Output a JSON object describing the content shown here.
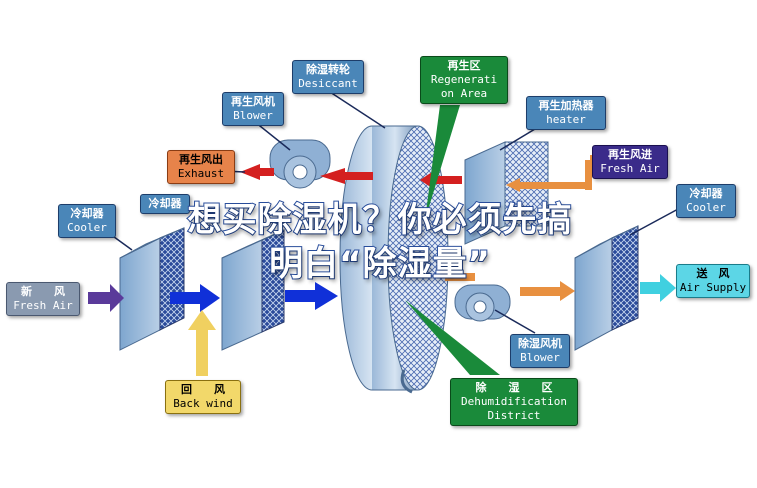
{
  "labels": {
    "desiccant": {
      "zh": "除湿转轮",
      "en": "Desiccant"
    },
    "regeneration_area": {
      "zh": "再生区",
      "en": "Regenerati on Area"
    },
    "regen_blower": {
      "zh": "再生风机",
      "en": "Blower"
    },
    "heater": {
      "zh": "再生加热器",
      "en": "heater"
    },
    "exhaust": {
      "zh": "再生风出",
      "en": "Exhaust"
    },
    "regen_fresh_air": {
      "zh": "再生风进",
      "en": "Fresh Air"
    },
    "cooler_left": {
      "zh": "冷却器",
      "en": "Cooler"
    },
    "cooler_left2": {
      "zh": "冷却器",
      "en": ""
    },
    "cooler_right": {
      "zh": "冷却器",
      "en": "Cooler"
    },
    "fresh_air": {
      "zh": "新　　风",
      "en": "Fresh Air"
    },
    "air_supply": {
      "zh": "送　风",
      "en": "Air Supply"
    },
    "back_wind": {
      "zh": "回　　风",
      "en": "Back wind"
    },
    "dehum_blower": {
      "zh": "除湿风机",
      "en": "Blower"
    },
    "dehum_district": {
      "zh": "除　　湿　　区",
      "en": "Dehumidification District"
    }
  },
  "overlay": {
    "line1": "想买除湿机？你必须先搞",
    "line2": "明白“除湿量”"
  },
  "colors": {
    "box_blue": "#4a86b8",
    "arrow_red": "#d42020",
    "arrow_blue": "#1030d8",
    "arrow_orange": "#e89040",
    "arrow_purple": "#5a3a9a",
    "arrow_cyan": "#40d0e0",
    "arrow_yellow": "#f0d060",
    "accent_green": "#1a8a3a"
  }
}
